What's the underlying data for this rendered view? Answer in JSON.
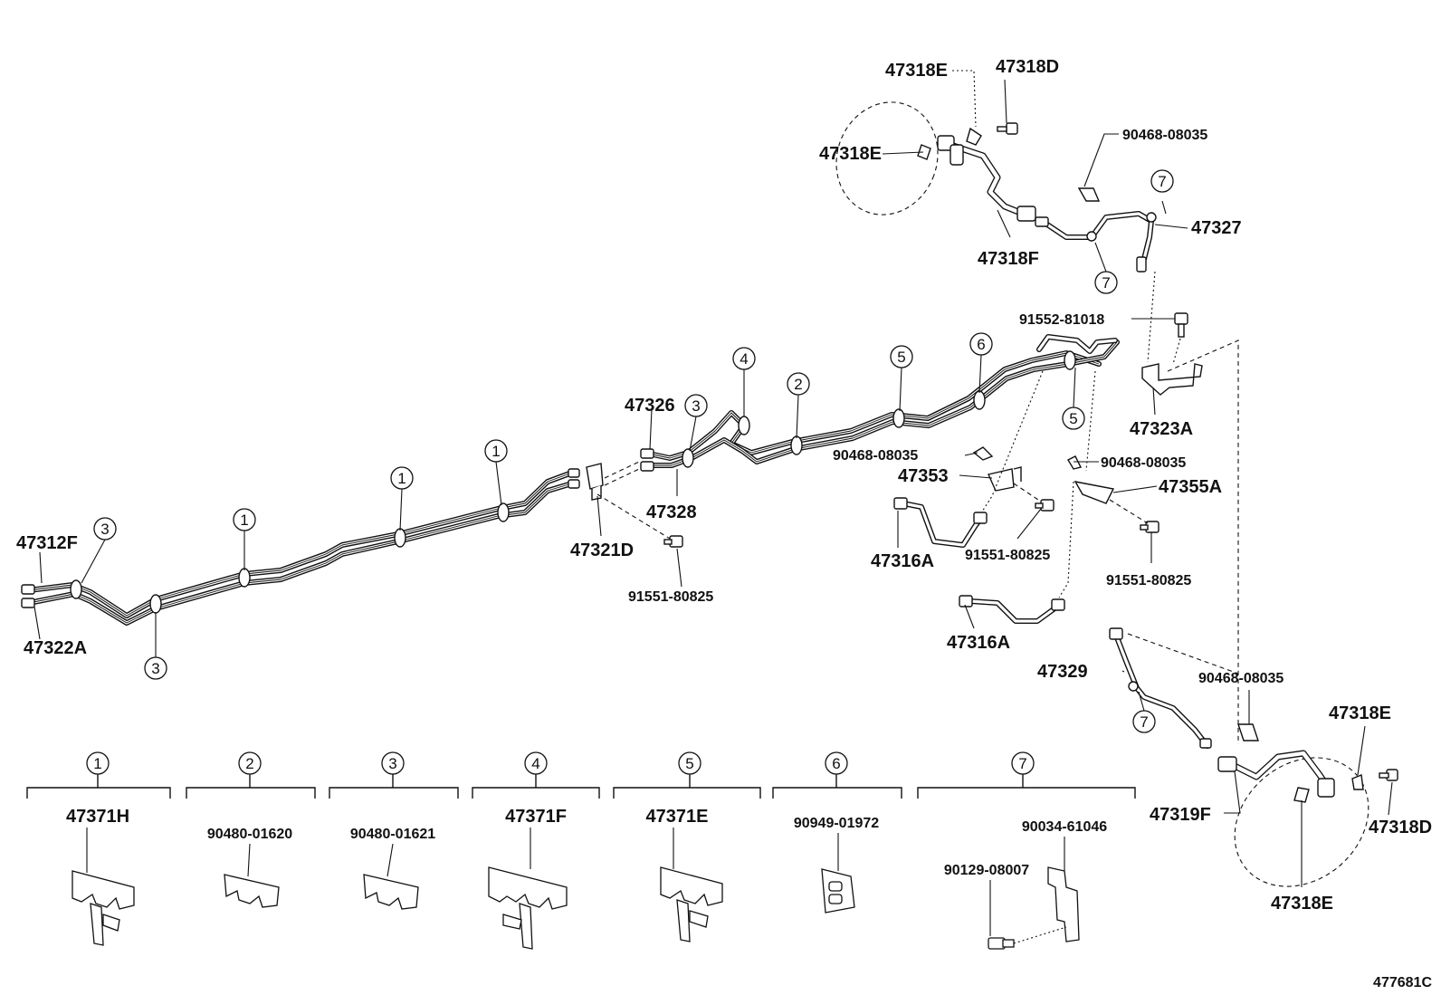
{
  "diagram_id": "477681C",
  "clip_refs": [
    "1",
    "2",
    "3",
    "4",
    "5",
    "6",
    "7"
  ],
  "parts": {
    "p47318E_top": "47318E",
    "p47318D_top": "47318D",
    "p47318E_left": "47318E",
    "p90468_top": "90468-08035",
    "p47327": "47327",
    "p47318F": "47318F",
    "p91552": "91552-81018",
    "p47323A": "47323A",
    "p47326": "47326",
    "p47328": "47328",
    "p47321D": "47321D",
    "p91551_a": "91551-80825",
    "p90468_mid_left": "90468-08035",
    "p47353": "47353",
    "p90468_mid_right": "90468-08035",
    "p47355A": "47355A",
    "p47316A_a": "47316A",
    "p91551_b": "91551-80825",
    "p91551_c": "91551-80825",
    "p47316A_b": "47316A",
    "p47312F": "47312F",
    "p47322A": "47322A",
    "p47329": "47329",
    "p90468_low": "90468-08035",
    "p47318E_right": "47318E",
    "p47318D_right": "47318D",
    "p47319F": "47319F",
    "p47318E_bottom": "47318E"
  },
  "legend": [
    {
      "ref": "1",
      "part": "47371H"
    },
    {
      "ref": "2",
      "part": "90480-01620"
    },
    {
      "ref": "3",
      "part": "90480-01621"
    },
    {
      "ref": "4",
      "part": "47371F"
    },
    {
      "ref": "5",
      "part": "47371E"
    },
    {
      "ref": "6",
      "part": "90949-01972"
    },
    {
      "ref": "7",
      "part_a": "90034-61046",
      "part_b": "90129-08007"
    }
  ]
}
